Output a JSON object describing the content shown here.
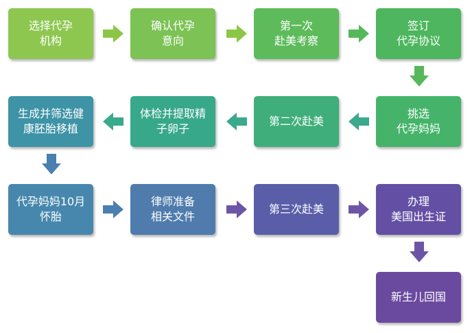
{
  "steps": [
    {
      "label": "选择代孕\n机构",
      "color": "#8dc750"
    },
    {
      "label": "确认代孕\n意向",
      "color": "#7cc254"
    },
    {
      "label": "第一次\n赴美考察",
      "color": "#5dbb5b"
    },
    {
      "label": "签订\n代孕协议",
      "color": "#4db65e"
    },
    {
      "label": "挑选\n代孕妈妈",
      "color": "#45b46a"
    },
    {
      "label": "第二次赴美",
      "color": "#3fae7a"
    },
    {
      "label": "体检并提取精\n子卵子",
      "color": "#38a88a"
    },
    {
      "label": "生成并筛选健\n康胚胎移植",
      "color": "#3e93a6"
    },
    {
      "label": "代孕妈妈10月\n怀胎",
      "color": "#4787ad"
    },
    {
      "label": "律师准备\n相关文件",
      "color": "#4f7cad"
    },
    {
      "label": "第三次赴美",
      "color": "#5a5ea8"
    },
    {
      "label": "办理\n美国出生证",
      "color": "#6350a4"
    },
    {
      "label": "新生儿回国",
      "color": "#6a4a9e"
    }
  ],
  "arrow_colors": {
    "green_light": "#8cc646",
    "green": "#55b85a",
    "teal": "#3aa98c",
    "blue": "#4a7fb0",
    "purple": "#6d55a6"
  }
}
